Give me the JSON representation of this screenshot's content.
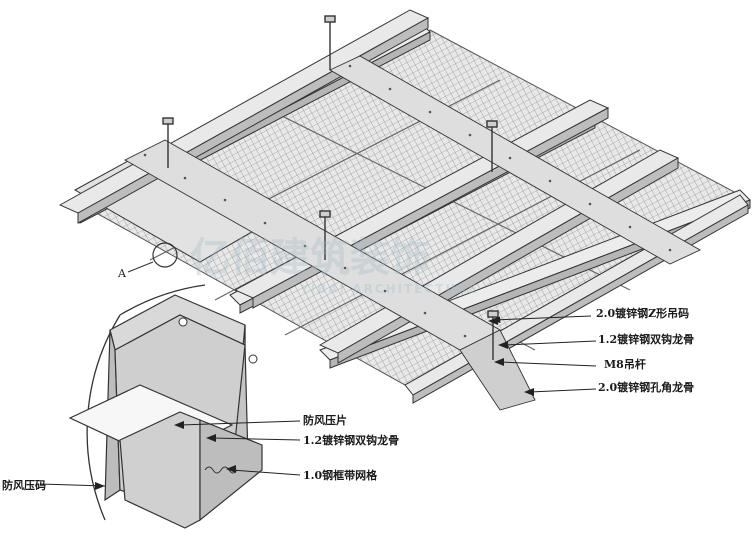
{
  "labels": {
    "z_hanger": "2.0镀锌钢Z形吊码",
    "double_hook_keel_top": "1.2镀锌钢双钩龙骨",
    "m8_rod": "M8吊杆",
    "perforated_angle_keel": "2.0镀锌钢孔角龙骨",
    "wind_plate": "防风压片",
    "double_hook_keel_detail": "1.2镀锌钢双钩龙骨",
    "framed_grid": "1.0钢框带网格",
    "wind_clip": "防风压码",
    "detail_marker": "A"
  },
  "watermark": {
    "main": "亿佰建筑装饰",
    "sub": "YIBAI ARCHITECTURE"
  },
  "colors": {
    "line": "#3a3a3a",
    "keel_fill": "#e6e6e6",
    "keel_shade": "#b9b9b9",
    "mesh_fill": "#dcdcdc",
    "detail_fill": "#d8d8d8",
    "detail_shade": "#a8a8a8"
  }
}
